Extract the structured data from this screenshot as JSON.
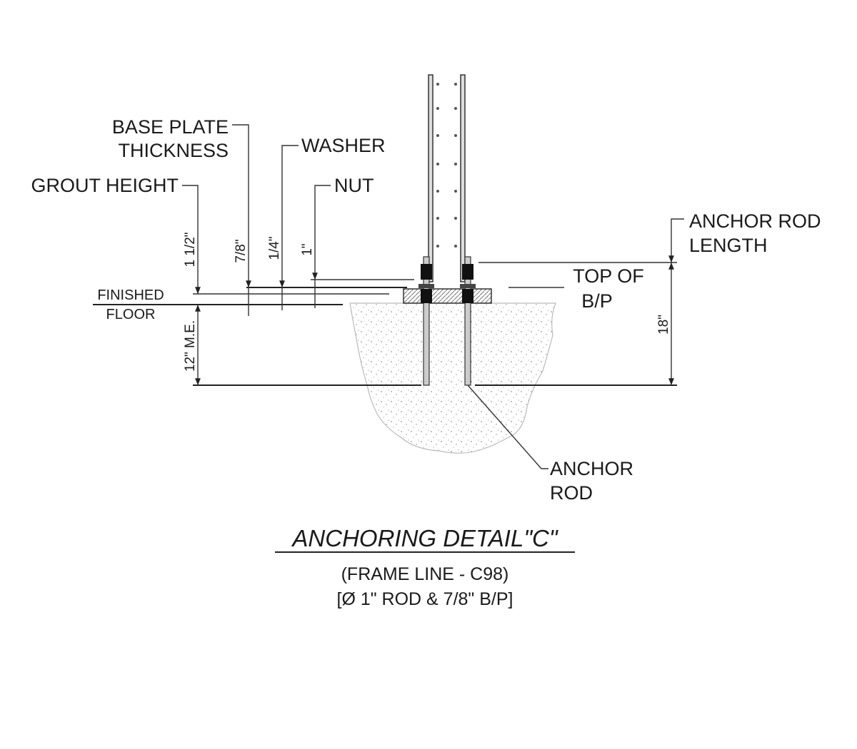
{
  "labels": {
    "base_plate_thickness": [
      "BASE PLATE",
      "THICKNESS"
    ],
    "washer": "WASHER",
    "grout_height": "GROUT HEIGHT",
    "nut": "NUT",
    "anchor_rod_length": [
      "ANCHOR ROD",
      "LENGTH"
    ],
    "top_of_bp": [
      "TOP OF",
      "B/P"
    ],
    "finished_floor": [
      "FINISHED",
      "FLOOR"
    ],
    "anchor_rod": [
      "ANCHOR",
      "ROD"
    ]
  },
  "dimensions": {
    "grout": "1 1/2\"",
    "base_plate": "7/8\"",
    "washer": "1/4\"",
    "nut": "1\"",
    "embedment": "12\" M.E.",
    "rod_length": "18\""
  },
  "title": {
    "main": "ANCHORING DETAIL\"C\"",
    "line1": "(FRAME LINE - C98)",
    "line2": "[Ø 1\" ROD & 7/8\" B/P]"
  }
}
